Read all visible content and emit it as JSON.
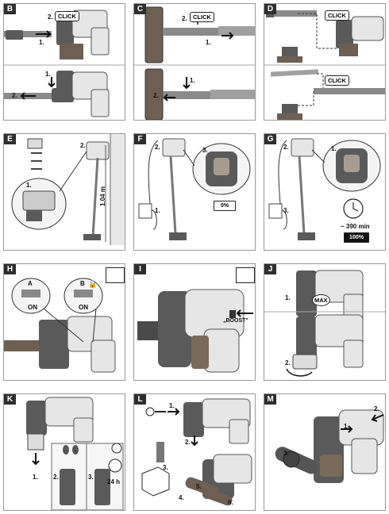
{
  "panels": {
    "B": {
      "tag": "B",
      "click": "CLICK",
      "step1": "1.",
      "step2": "2.",
      "lower_step1": "1.",
      "lower_step2": "2."
    },
    "C": {
      "tag": "C",
      "click": "CLICK",
      "step1": "1.",
      "step2": "2.",
      "lower_step1": "1.",
      "lower_step2": "2."
    },
    "D": {
      "tag": "D",
      "click_top": "CLICK",
      "click_bottom": "CLICK"
    },
    "E": {
      "tag": "E",
      "step1": "1.",
      "step2": "2.",
      "height": "1.04 m"
    },
    "F": {
      "tag": "F",
      "step1": "1.",
      "step2": "2.",
      "step3": "3.",
      "battery": "0%"
    },
    "G": {
      "tag": "G",
      "step1": "1.",
      "step2": "2.",
      "step3": "3.",
      "time": "~ 390 min",
      "battery": "100%"
    },
    "H": {
      "tag": "H",
      "mode_a": "A",
      "mode_b": "B",
      "on_a": "ON",
      "on_b": "ON"
    },
    "I": {
      "tag": "I",
      "boost": "„BOOST\""
    },
    "J": {
      "tag": "J",
      "step1": "1.",
      "step2": "2.",
      "max": "MAX"
    },
    "K": {
      "tag": "K",
      "step1": "1.",
      "step2": "2.",
      "step3": "3.",
      "dry_time": "24 h"
    },
    "L": {
      "tag": "L",
      "step1": "1.",
      "step2": "2.",
      "step3": "3.",
      "step4": "4.",
      "step5": "5.",
      "step6": "6."
    },
    "M": {
      "tag": "M",
      "step1": "1.",
      "step2": "2.",
      "step3": "3."
    }
  },
  "colors": {
    "body": "#e8e8e8",
    "motor": "#5a5a5a",
    "tube": "#8a8a8a",
    "accent": "#7a6a5a",
    "dark": "#333333"
  }
}
